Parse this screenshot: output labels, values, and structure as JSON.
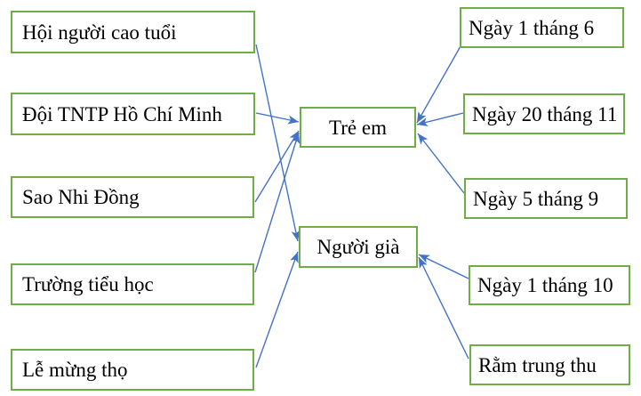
{
  "diagram": {
    "title": "Vietnamese matching diagram: organizations and dates linked to children or the elderly",
    "colors": {
      "background": "#ffffff",
      "box_border": "#70AD47",
      "arrow": "#4472C4",
      "text": "#000000"
    },
    "left_items": [
      {
        "id": "hoi-nguoi-cao-tuoi",
        "label": "Hội người cao tuổi"
      },
      {
        "id": "doi-tntp-ho-chi-minh",
        "label": "Đội TNTP Hồ Chí Minh"
      },
      {
        "id": "sao-nhi-dong",
        "label": "Sao Nhi Đồng"
      },
      {
        "id": "truong-tieu-hoc",
        "label": "Trường tiểu học"
      },
      {
        "id": "le-mung-tho",
        "label": "Lễ mừng thọ"
      }
    ],
    "center_items": [
      {
        "id": "tre-em",
        "label": "Trẻ em"
      },
      {
        "id": "nguoi-gia",
        "label": "Người già"
      }
    ],
    "right_items": [
      {
        "id": "ngay-1-thang-6",
        "label": "Ngày 1 tháng 6"
      },
      {
        "id": "ngay-20-thang-11",
        "label": "Ngày 20 tháng 11"
      },
      {
        "id": "ngay-5-thang-9",
        "label": "Ngày 5 tháng 9"
      },
      {
        "id": "ngay-1-thang-10",
        "label": "Ngày 1 tháng 10"
      },
      {
        "id": "ram-trung-thu",
        "label": "Rằm trung thu"
      }
    ],
    "connections": [
      {
        "from": "hoi-nguoi-cao-tuoi",
        "to": "nguoi-gia"
      },
      {
        "from": "doi-tntp-ho-chi-minh",
        "to": "tre-em"
      },
      {
        "from": "sao-nhi-dong",
        "to": "tre-em"
      },
      {
        "from": "truong-tieu-hoc",
        "to": "tre-em"
      },
      {
        "from": "le-mung-tho",
        "to": "nguoi-gia"
      },
      {
        "from": "ngay-1-thang-6",
        "to": "tre-em"
      },
      {
        "from": "ngay-20-thang-11",
        "to": "tre-em"
      },
      {
        "from": "ngay-5-thang-9",
        "to": "tre-em"
      },
      {
        "from": "ngay-1-thang-10",
        "to": "nguoi-gia"
      },
      {
        "from": "ram-trung-thu",
        "to": "nguoi-gia"
      }
    ]
  }
}
